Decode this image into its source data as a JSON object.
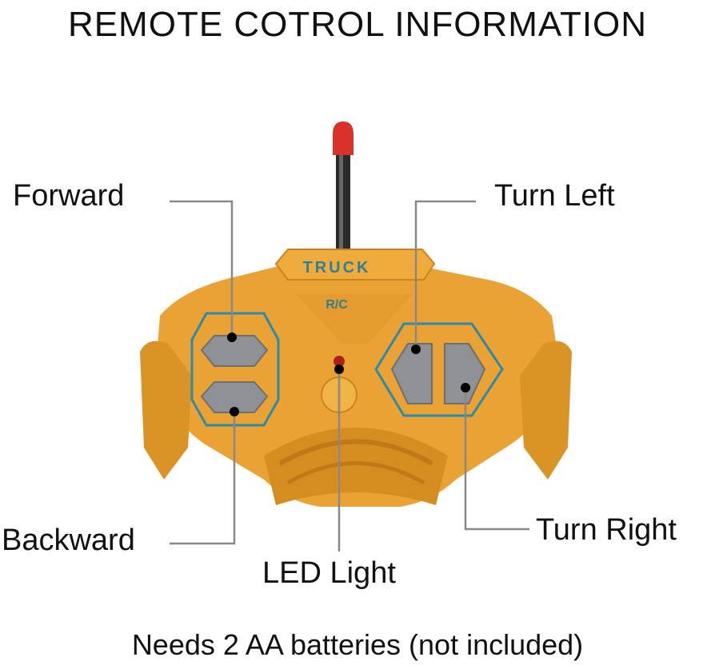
{
  "title": "REMOTE COTROL INFORMATION",
  "controller": {
    "badge_text": "TRUCK",
    "sub_text": "R/C"
  },
  "labels": {
    "forward": "Forward",
    "turn_left": "Turn Left",
    "backward": "Backward",
    "turn_right": "Turn Right",
    "led_light": "LED Light"
  },
  "footer": "Needs 2 AA batteries (not included)",
  "colors": {
    "body": "#e9a233",
    "body_shadow": "#c98420",
    "accent_line": "#2e8aa8",
    "button_gray": "#8e9196",
    "antenna_tip": "#d8322a",
    "led": "#b0201a"
  }
}
